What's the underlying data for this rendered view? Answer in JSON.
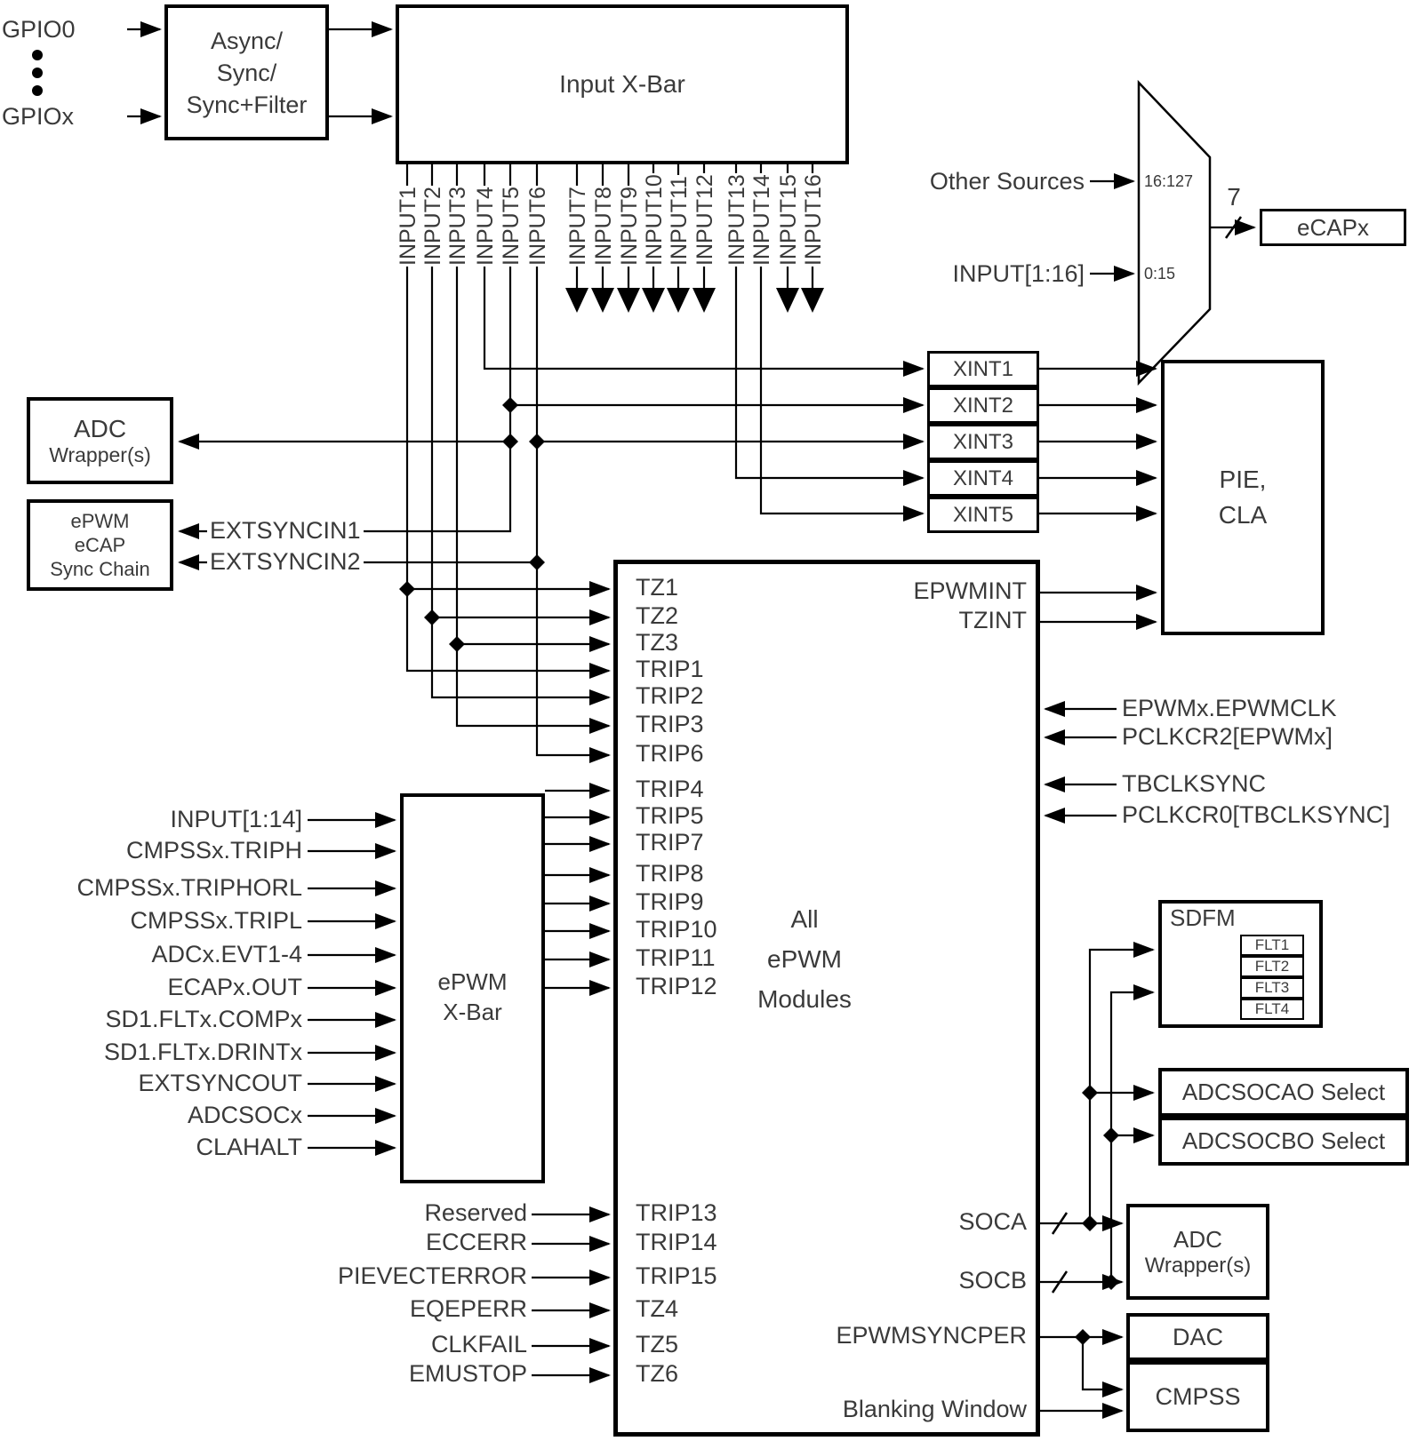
{
  "gpio": {
    "first": "GPIO0",
    "last": "GPIOx"
  },
  "async_box": {
    "line1": "Async/",
    "line2": "Sync/",
    "line3": "Sync+Filter"
  },
  "input_xbar": {
    "title": "Input X-Bar"
  },
  "input_labels": [
    "INPUT1",
    "INPUT2",
    "INPUT3",
    "INPUT4",
    "INPUT5",
    "INPUT6",
    "INPUT7",
    "INPUT8",
    "INPUT9",
    "INPUT10",
    "INPUT11",
    "INPUT12",
    "INPUT13",
    "INPUT14",
    "INPUT15",
    "INPUT16"
  ],
  "ecap_mux": {
    "source_top": "Other Sources",
    "source_bottom": "INPUT[1:16]",
    "port_top": "16:127",
    "port_bottom": "0:15",
    "bus_width": "7",
    "target": "eCAPx"
  },
  "adc_wrapper_left": {
    "line1": "ADC",
    "line2": "Wrapper(s)"
  },
  "sync_chain": {
    "line1": "ePWM",
    "line2": "eCAP",
    "line3": "Sync Chain"
  },
  "ext_sync": {
    "in1": "EXTSYNCIN1",
    "in2": "EXTSYNCIN2"
  },
  "xint": [
    "XINT1",
    "XINT2",
    "XINT3",
    "XINT4",
    "XINT5"
  ],
  "pie_cla": {
    "line1": "PIE,",
    "line2": "CLA"
  },
  "all_epwm": {
    "title1": "All",
    "title2": "ePWM",
    "title3": "Modules",
    "ports_top": [
      "TZ1",
      "TZ2",
      "TZ3",
      "TRIP1",
      "TRIP2",
      "TRIP3",
      "TRIP6"
    ],
    "ports_mid": [
      "TRIP4",
      "TRIP5",
      "TRIP7",
      "TRIP8",
      "TRIP9",
      "TRIP10",
      "TRIP11",
      "TRIP12"
    ],
    "ports_bottom": [
      "TRIP13",
      "TRIP14",
      "TRIP15",
      "TZ4",
      "TZ5",
      "TZ6"
    ],
    "out_top": [
      "EPWMINT",
      "TZINT"
    ],
    "in_right": [
      "EPWMx.EPWMCLK",
      "PCLKCR2[EPWMx]",
      "TBCLKSYNC",
      "PCLKCR0[TBCLKSYNC]"
    ],
    "out_bottom": [
      "SOCA",
      "SOCB",
      "EPWMSYNCPER",
      "Blanking Window"
    ]
  },
  "epwm_xbar": {
    "title1": "ePWM",
    "title2": "X-Bar",
    "inputs": [
      "INPUT[1:14]",
      "CMPSSx.TRIPH",
      "CMPSSx.TRIPHORL",
      "CMPSSx.TRIPL",
      "ADCx.EVT1-4",
      "ECAPx.OUT",
      "SD1.FLTx.COMPx",
      "SD1.FLTx.DRINTx",
      "EXTSYNCOUT",
      "ADCSOCx",
      "CLAHALT"
    ]
  },
  "fault_inputs": [
    "Reserved",
    "ECCERR",
    "PIEVECTERROR",
    "EQEPERR",
    "CLKFAIL",
    "EMUSTOP"
  ],
  "sdfm": {
    "title": "SDFM",
    "filters": [
      "FLT1",
      "FLT2",
      "FLT3",
      "FLT4"
    ]
  },
  "adcsoc_selects": [
    "ADCSOCAO Select",
    "ADCSOCBO Select"
  ],
  "adc_wrapper_right": {
    "line1": "ADC",
    "line2": "Wrapper(s)"
  },
  "dac": {
    "title": "DAC"
  },
  "cmpss": {
    "title": "CMPSS"
  }
}
